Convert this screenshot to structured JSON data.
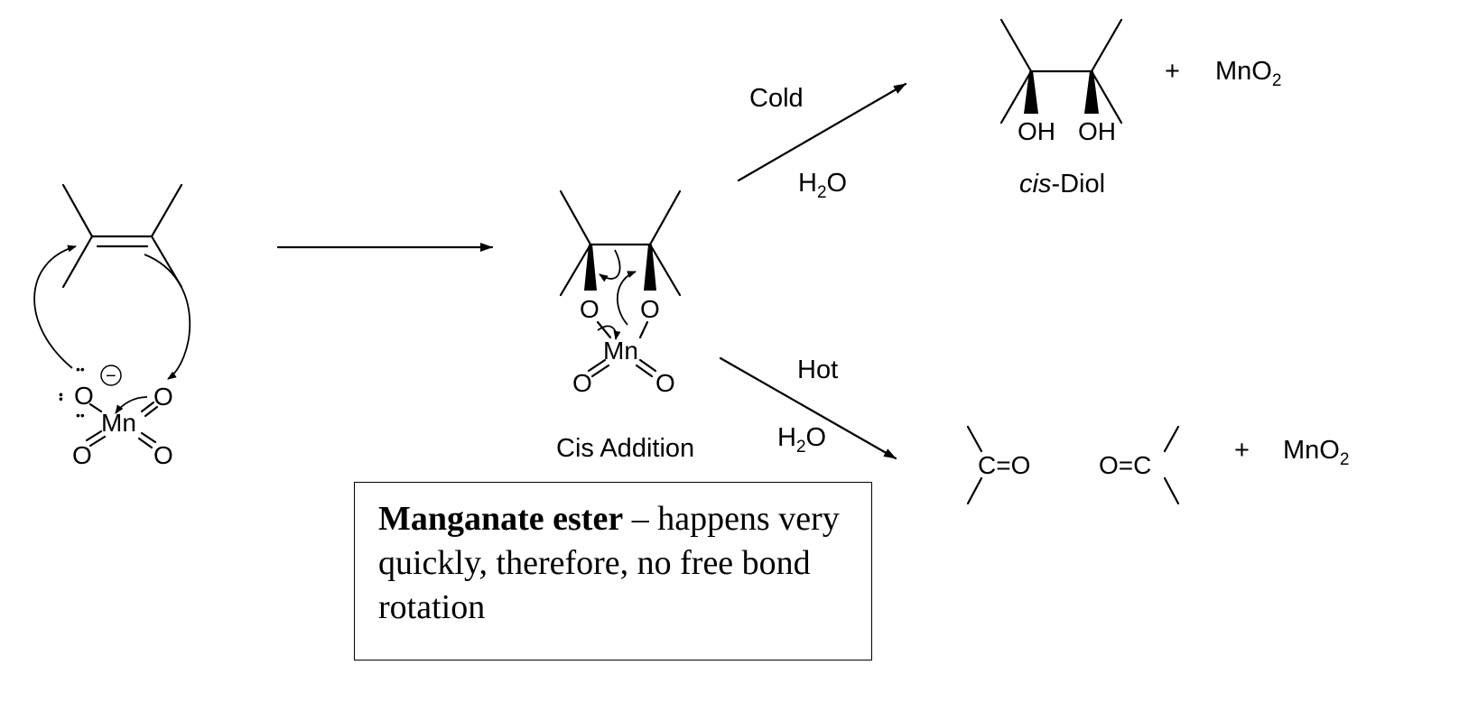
{
  "scheme": {
    "arrow_labels": {
      "top_condition": "Cold",
      "top_solvent": "H",
      "top_solvent_sub": "2",
      "top_solvent_tail": "O",
      "bottom_condition": "Hot",
      "bottom_solvent": "H",
      "bottom_solvent_sub": "2",
      "bottom_solvent_tail": "O"
    },
    "intermediate_caption": "Cis Addition",
    "diol_caption_italic": "cis",
    "diol_caption_rest": "-Diol",
    "plus": "+",
    "byproduct": "MnO",
    "byproduct_sub": "2",
    "atoms": {
      "oxygen": "O",
      "manganese": "Mn",
      "hydroxyl": "OH",
      "carbonyl_left": "C=O",
      "carbonyl_right": "O=C",
      "charge": "−",
      "lone_pair": "••"
    }
  },
  "note": {
    "bold": "Manganate ester",
    "rest": " – happens very quickly, therefore, no free bond rotation"
  }
}
